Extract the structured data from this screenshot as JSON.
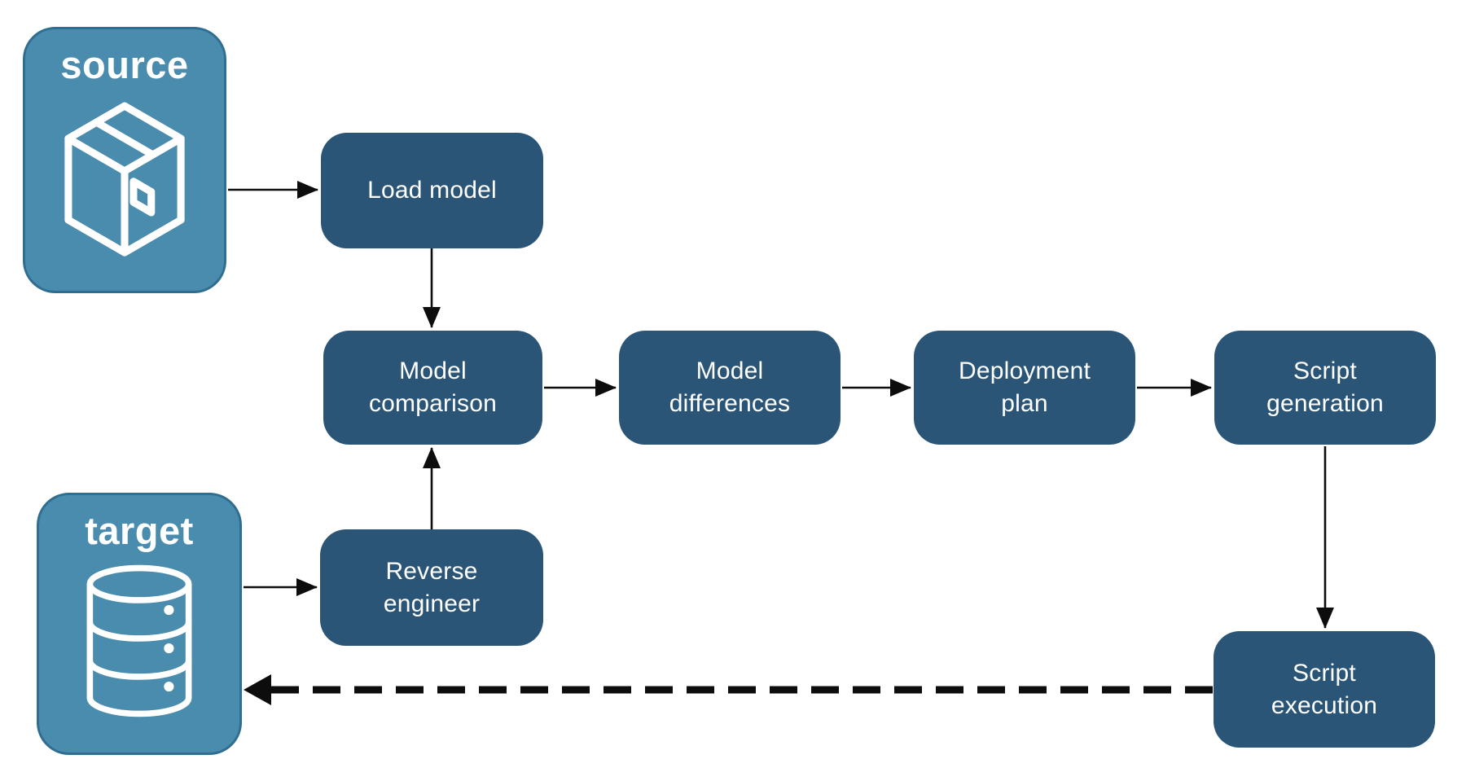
{
  "diagram": {
    "type": "flowchart",
    "description": "Database schema deployment workflow from source package to target database"
  },
  "colors": {
    "node_dark": "#2a5577",
    "node_light": "#4a8cad",
    "node_light_border": "#2f6e90",
    "arrow": "#0d0d0d",
    "canvas_bg": "#ffffff",
    "label_text": "#ffffff"
  },
  "nodes": {
    "source": {
      "label": "source",
      "icon": "package-icon"
    },
    "target": {
      "label": "target",
      "icon": "database-icon"
    },
    "load_model": {
      "label": "Load model"
    },
    "model_comparison": {
      "label": "Model comparison"
    },
    "model_differences": {
      "label": "Model differences"
    },
    "deployment_plan": {
      "label": "Deployment plan"
    },
    "script_generation": {
      "label": "Script generation"
    },
    "reverse_engineer": {
      "label": "Reverse engineer"
    },
    "script_execution": {
      "label": "Script execution"
    }
  },
  "edges": [
    {
      "from": "source",
      "to": "load_model",
      "style": "solid"
    },
    {
      "from": "load_model",
      "to": "model_comparison",
      "style": "solid"
    },
    {
      "from": "model_comparison",
      "to": "model_differences",
      "style": "solid"
    },
    {
      "from": "model_differences",
      "to": "deployment_plan",
      "style": "solid"
    },
    {
      "from": "deployment_plan",
      "to": "script_generation",
      "style": "solid"
    },
    {
      "from": "script_generation",
      "to": "script_execution",
      "style": "solid"
    },
    {
      "from": "target",
      "to": "reverse_engineer",
      "style": "solid"
    },
    {
      "from": "reverse_engineer",
      "to": "model_comparison",
      "style": "solid"
    },
    {
      "from": "script_execution",
      "to": "target",
      "style": "dashed"
    }
  ]
}
